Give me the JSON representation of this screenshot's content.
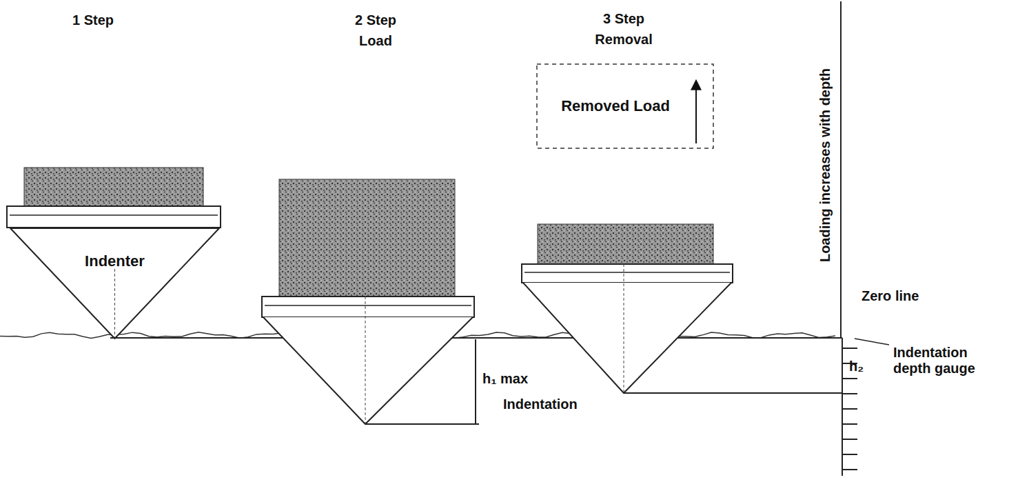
{
  "diagram": {
    "nodes": [
      {
        "text": [
          "Indenter"
        ]
      },
      {
        "text": [
          "Removed Load"
        ]
      }
    ],
    "labels": [
      "1 Step",
      "2 Step",
      "Load",
      "3 Step",
      "Removal",
      "h₁ max",
      "Indentation",
      "Loading increases with depth",
      "Zero line",
      "h₂",
      "Indentation depth gauge"
    ]
  }
}
